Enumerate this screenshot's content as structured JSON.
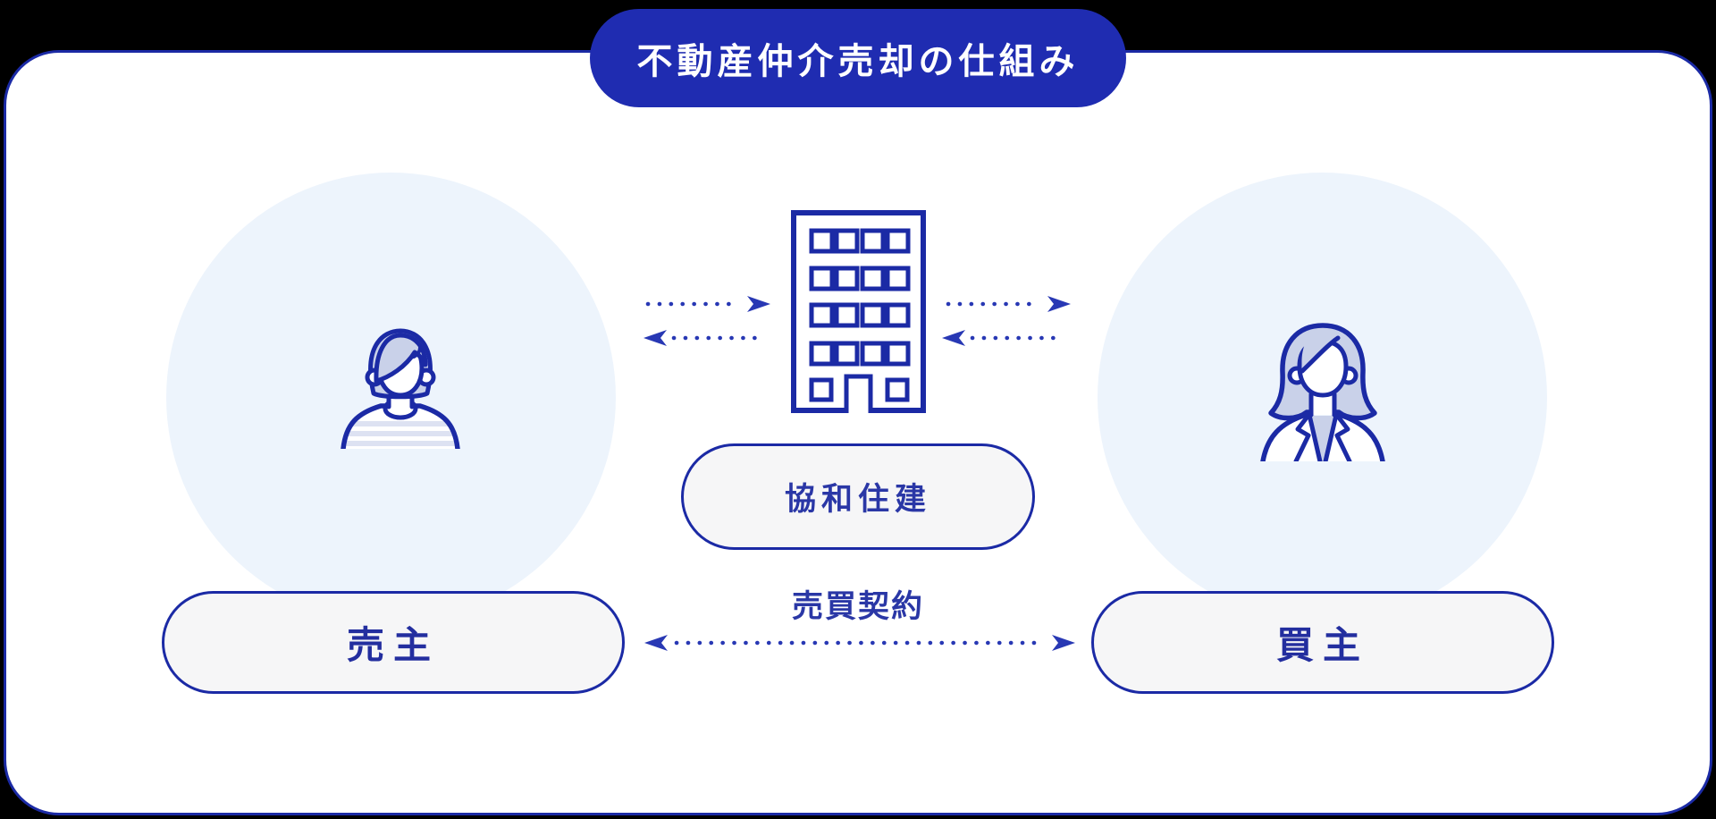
{
  "title": {
    "label": "不動産仲介売却の仕組み"
  },
  "diagram": {
    "broker": {
      "label": "協和住建",
      "icon": "building-icon"
    },
    "seller": {
      "label": "売主",
      "icon": "man-avatar-icon"
    },
    "buyer": {
      "label": "買主",
      "icon": "woman-avatar-icon"
    },
    "contract": {
      "label": "売買契約"
    }
  },
  "colors": {
    "page_background": "#000000",
    "card_background": "#ffffff",
    "outline_navy": "#1b2aa5",
    "accent_blue": "#1f2cb1",
    "arrow_blue": "#2838b4",
    "circle_background": "#edf4fc",
    "pill_background": "#f6f6f7",
    "pill_text": "#232e9f",
    "hair_fill": "#c9d1e9",
    "stripe_fill": "#dde2f2"
  }
}
